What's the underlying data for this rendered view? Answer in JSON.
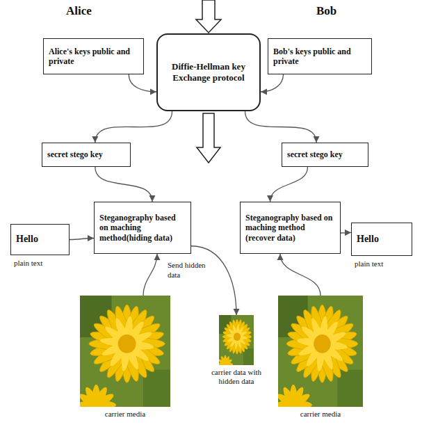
{
  "diagram": {
    "nodes": [
      {
        "text": [
          "Alice's keys public and private"
        ]
      },
      {
        "text": [
          "Diffie-Hellman key Exchange protocol"
        ]
      },
      {
        "text": [
          "Bob's keys public and private"
        ]
      },
      {
        "text": [
          "secret stego key"
        ]
      },
      {
        "text": [
          "secret stego key"
        ]
      },
      {
        "text": [
          "Hello",
          "plain text"
        ]
      },
      {
        "text": [
          "Steganography based on maching method(hiding data)"
        ]
      },
      {
        "text": [
          "Steganography based on maching method (recover data)"
        ]
      },
      {
        "text": [
          "Hello",
          "plain text"
        ]
      },
      {
        "text": [
          "carrier media"
        ]
      },
      {
        "text": [
          "carrier data with hidden data"
        ]
      },
      {
        "text": [
          "carrier media"
        ]
      }
    ],
    "edges": [
      {
        "from": 0,
        "to": 1,
        "arrow": "to"
      },
      {
        "from": 2,
        "to": 1,
        "arrow": "to"
      },
      {
        "from": 1,
        "to": 3,
        "arrow": "to"
      },
      {
        "from": 1,
        "to": 4,
        "arrow": "to"
      },
      {
        "from": 3,
        "to": 6,
        "arrow": "to"
      },
      {
        "from": 4,
        "to": 7,
        "arrow": "to"
      },
      {
        "from": 5,
        "to": 6,
        "arrow": "to"
      },
      {
        "from": 7,
        "to": 8,
        "arrow": "to"
      },
      {
        "from": 9,
        "to": 6,
        "arrow": "to"
      },
      {
        "from": 11,
        "to": 7,
        "arrow": "to"
      },
      {
        "from": 6,
        "to": 10,
        "label": "Send hidden data",
        "arrow": "to"
      }
    ],
    "labels": [
      "Alice",
      "Bob"
    ]
  }
}
